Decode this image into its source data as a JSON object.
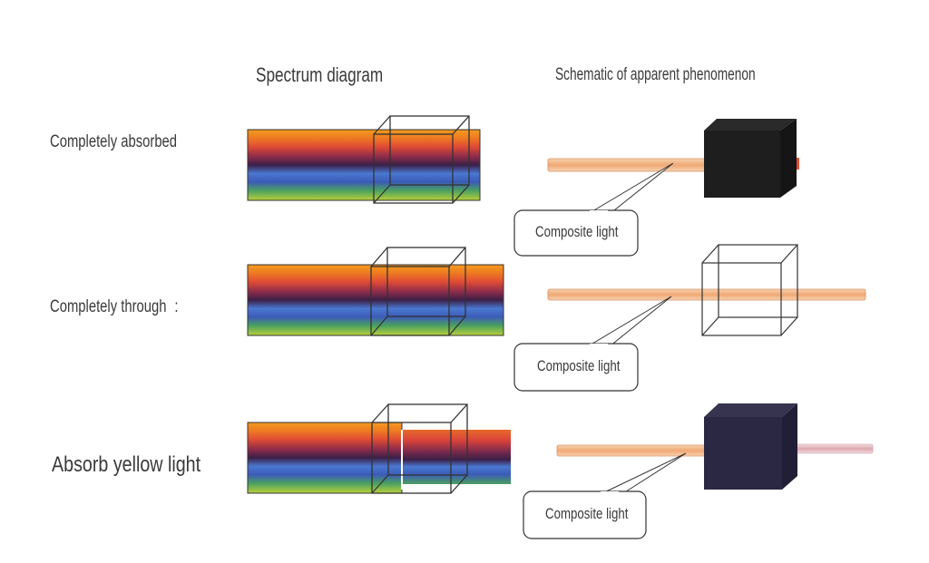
{
  "headers": {
    "spectrum": "Spectrum diagram",
    "schematic": "Schematic of apparent phenomenon"
  },
  "rows": [
    {
      "label": "Completely absorbed",
      "callout": "Composite light",
      "cube_color": "#1c1c1c",
      "beam_exits": false
    },
    {
      "label": "Completely through",
      "label_suffix": ":",
      "callout": "Composite light",
      "cube_color": "none",
      "beam_exits": true
    },
    {
      "label": "Absorb yellow light",
      "callout": "Composite light",
      "cube_color": "#2a2840",
      "beam_exits": true
    }
  ],
  "colors": {
    "beam": "#f2b98a",
    "beam_edge": "#d9926a",
    "exit_beam_yellow_absorbed": "#e8c2c6"
  }
}
